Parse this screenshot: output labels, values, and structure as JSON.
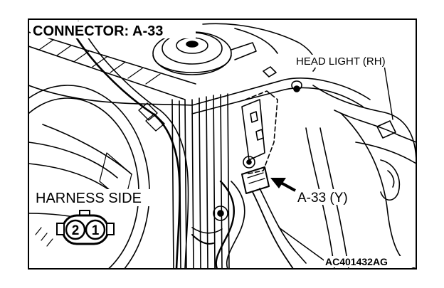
{
  "figure": {
    "title": "CONNECTOR: A-33",
    "headlight_label": "HEAD LIGHT (RH)",
    "harness_side_label": "HARNESS SIDE",
    "connector_callout": "A-33 (Y)",
    "figure_code": "AC401432AG",
    "pins": [
      "2",
      "1"
    ]
  }
}
